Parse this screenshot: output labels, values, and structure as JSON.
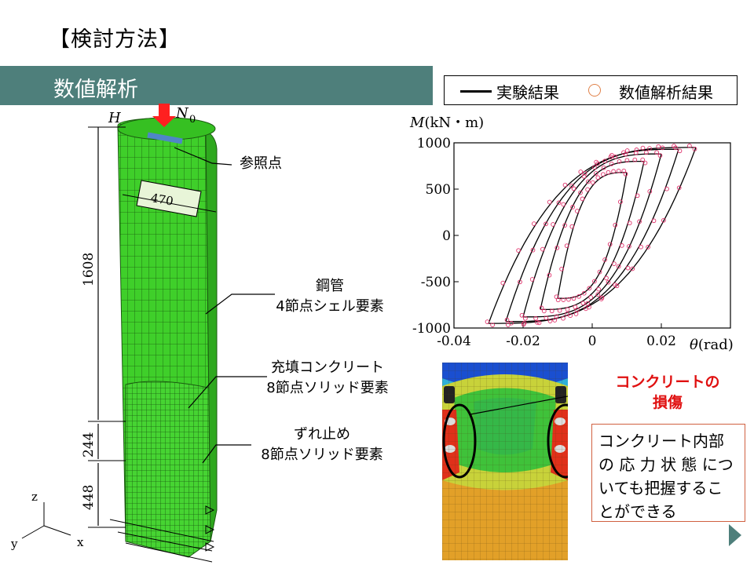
{
  "slide": {
    "title": "【検討方法】",
    "section": "数値解析"
  },
  "legend": {
    "line_label": "実験結果",
    "circle_label": "数値解析結果"
  },
  "model": {
    "label_H": "H",
    "label_N": "N",
    "label_N_sub": "0",
    "reference_point": "参照点",
    "diameter": "470",
    "dim_total": "1608",
    "dim_mid": "244",
    "dim_bottom": "448",
    "axis_z": "z",
    "axis_y": "y",
    "axis_x": "x",
    "steel_pipe_1": "鋼管",
    "steel_pipe_2": "4節点シェル要素",
    "concrete_1": "充填コンクリート",
    "concrete_2": "8節点ソリッド要素",
    "stopper_1": "ずれ止め",
    "stopper_2": "8節点ソリッド要素"
  },
  "chart_data": {
    "type": "line",
    "ylabel_italic": "M",
    "ylabel_unit": "(kN・m)",
    "xlabel_italic": "θ",
    "xlabel_unit": "(rad)",
    "x_ticks": [
      "-0.04",
      "-0.02",
      "0",
      "0.02"
    ],
    "y_ticks": [
      "1000",
      "500",
      "0",
      "-500",
      "-1000"
    ],
    "xlim": [
      -0.04,
      0.04
    ],
    "ylim": [
      -1000,
      1000
    ],
    "series": [
      {
        "style": "line",
        "color": "#000000",
        "loops": [
          {
            "amp": 0.01,
            "peak": 680
          },
          {
            "amp": 0.015,
            "peak": 800
          },
          {
            "amp": 0.02,
            "peak": 880
          },
          {
            "amp": 0.025,
            "peak": 930
          },
          {
            "amp": 0.03,
            "peak": 950
          }
        ]
      },
      {
        "style": "marker",
        "color": "#e0306a"
      }
    ]
  },
  "contour": {
    "damage_1": "コンクリートの",
    "damage_2": "損傷",
    "note_1": "コンクリート内部",
    "note_2": "の 応 力 状 態 につ",
    "note_3": "いても把握するこ",
    "note_4": "とができる",
    "colors": {
      "blue": "#1a4fd0",
      "cyan": "#2fb0d8",
      "green": "#3fc23a",
      "yellow": "#c8d23a",
      "orange": "#e2a028",
      "red": "#e0301a"
    }
  },
  "colors": {
    "accent": "#4e7f7b",
    "mesh_green": "#3fcf2a",
    "load_arrow": "#ff2020"
  }
}
